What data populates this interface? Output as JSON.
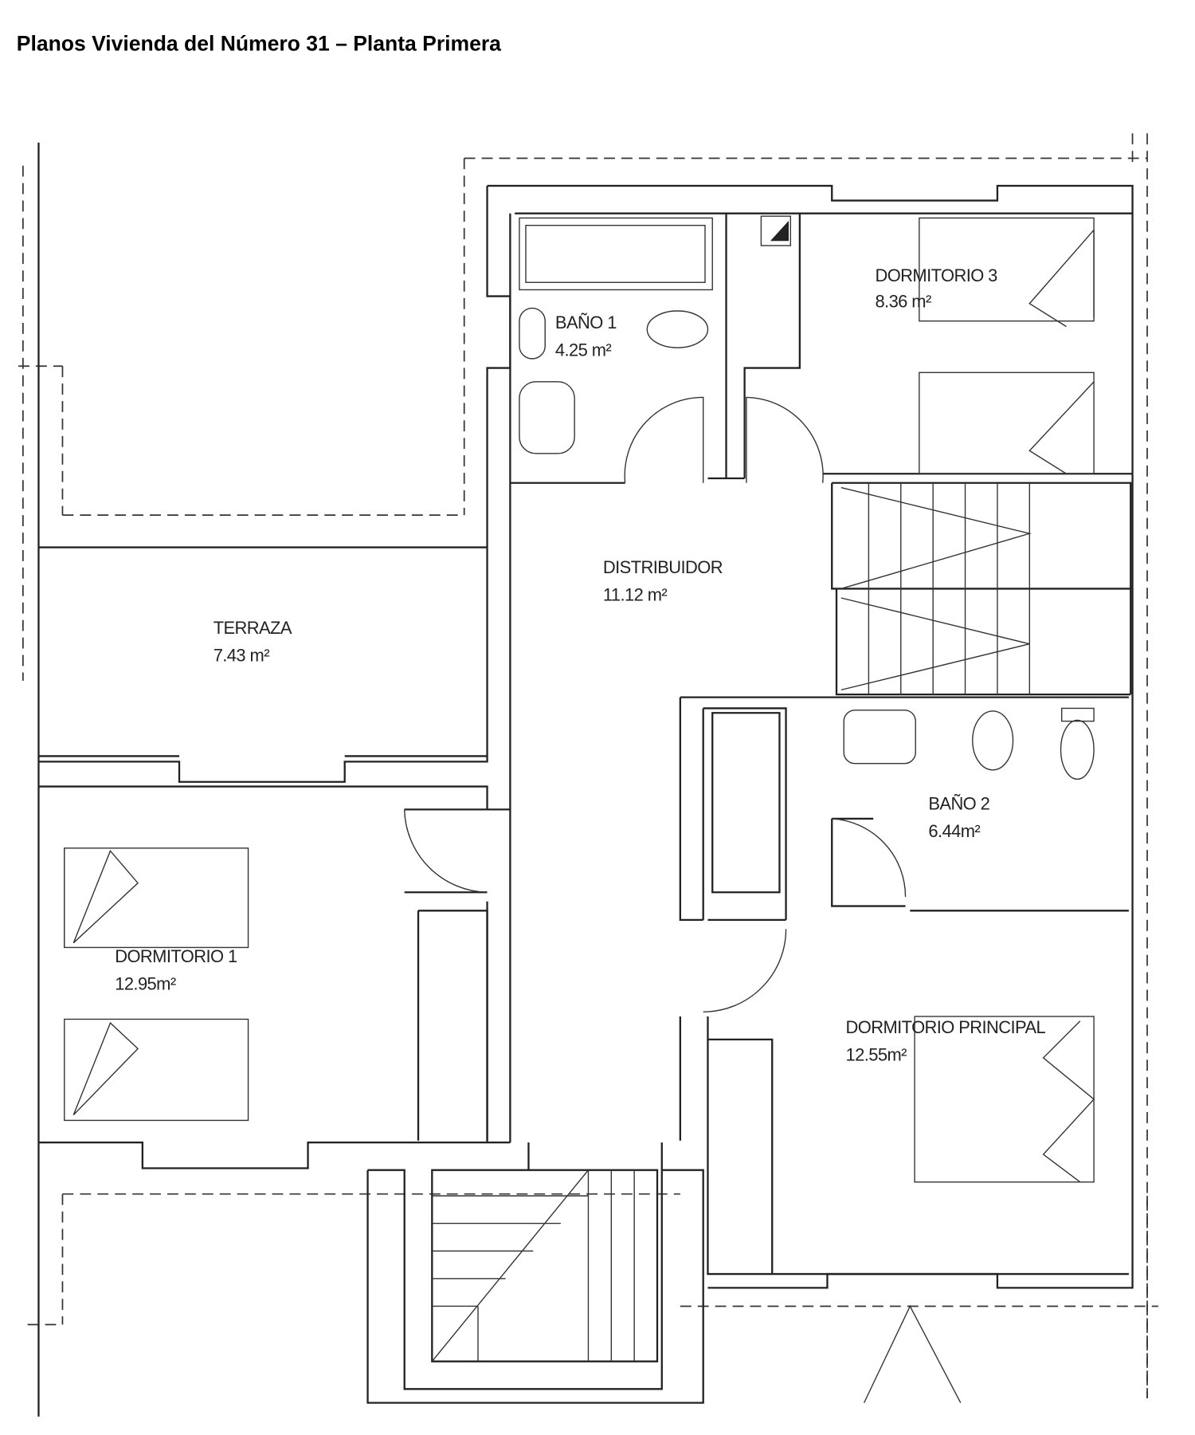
{
  "title": "Planos Vivienda del Número 31 – Planta Primera",
  "rooms": [
    {
      "name": "BAÑO 1",
      "area": "4.25 m²"
    },
    {
      "name": "DORMITORIO 3",
      "area": "8.36 m²"
    },
    {
      "name": "DISTRIBUIDOR",
      "area": "11.12 m²"
    },
    {
      "name": "TERRAZA",
      "area": "7.43 m²"
    },
    {
      "name": "BAÑO 2",
      "area": "6.44m²"
    },
    {
      "name": "DORMITORIO 1",
      "area": "12.95m²"
    },
    {
      "name": "DORMITORIO PRINCIPAL",
      "area": "12.55m²"
    }
  ]
}
